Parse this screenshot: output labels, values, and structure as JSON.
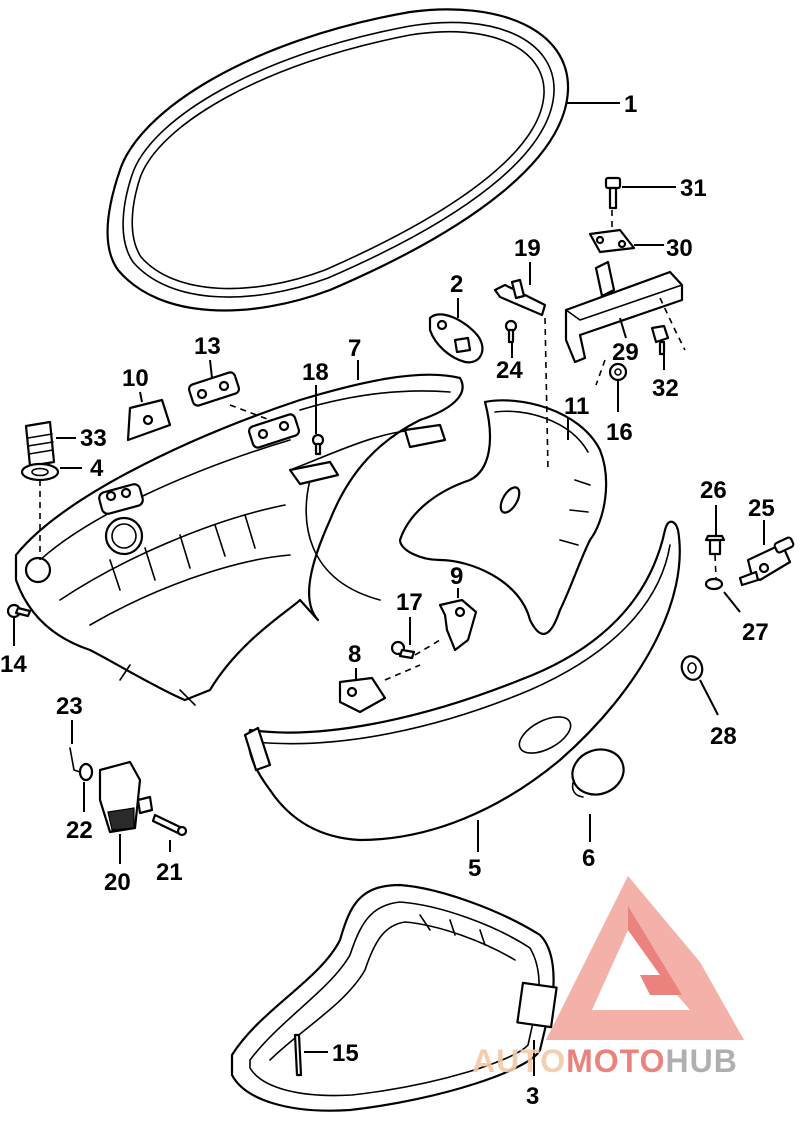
{
  "callouts": [
    {
      "id": "1",
      "text": "1"
    },
    {
      "id": "2",
      "text": "2"
    },
    {
      "id": "3",
      "text": "3"
    },
    {
      "id": "4",
      "text": "4"
    },
    {
      "id": "5",
      "text": "5"
    },
    {
      "id": "6",
      "text": "6"
    },
    {
      "id": "7",
      "text": "7"
    },
    {
      "id": "8",
      "text": "8"
    },
    {
      "id": "9",
      "text": "9"
    },
    {
      "id": "10",
      "text": "10"
    },
    {
      "id": "11",
      "text": "11"
    },
    {
      "id": "13",
      "text": "13"
    },
    {
      "id": "14",
      "text": "14"
    },
    {
      "id": "15",
      "text": "15"
    },
    {
      "id": "16",
      "text": "16"
    },
    {
      "id": "17",
      "text": "17"
    },
    {
      "id": "18",
      "text": "18"
    },
    {
      "id": "19",
      "text": "19"
    },
    {
      "id": "20",
      "text": "20"
    },
    {
      "id": "21",
      "text": "21"
    },
    {
      "id": "22",
      "text": "22"
    },
    {
      "id": "23",
      "text": "23"
    },
    {
      "id": "24",
      "text": "24"
    },
    {
      "id": "25",
      "text": "25"
    },
    {
      "id": "26",
      "text": "26"
    },
    {
      "id": "27",
      "text": "27"
    },
    {
      "id": "28",
      "text": "28"
    },
    {
      "id": "29",
      "text": "29"
    },
    {
      "id": "30",
      "text": "30"
    },
    {
      "id": "31",
      "text": "31"
    },
    {
      "id": "32",
      "text": "32"
    },
    {
      "id": "33",
      "text": "33"
    }
  ],
  "watermark": {
    "part1": "AUTO",
    "part2": "MOTO",
    "part3": "HUB",
    "colors": {
      "light": "#f3c9a6",
      "red": "#e9756f",
      "gray": "#a7a7a7"
    }
  }
}
